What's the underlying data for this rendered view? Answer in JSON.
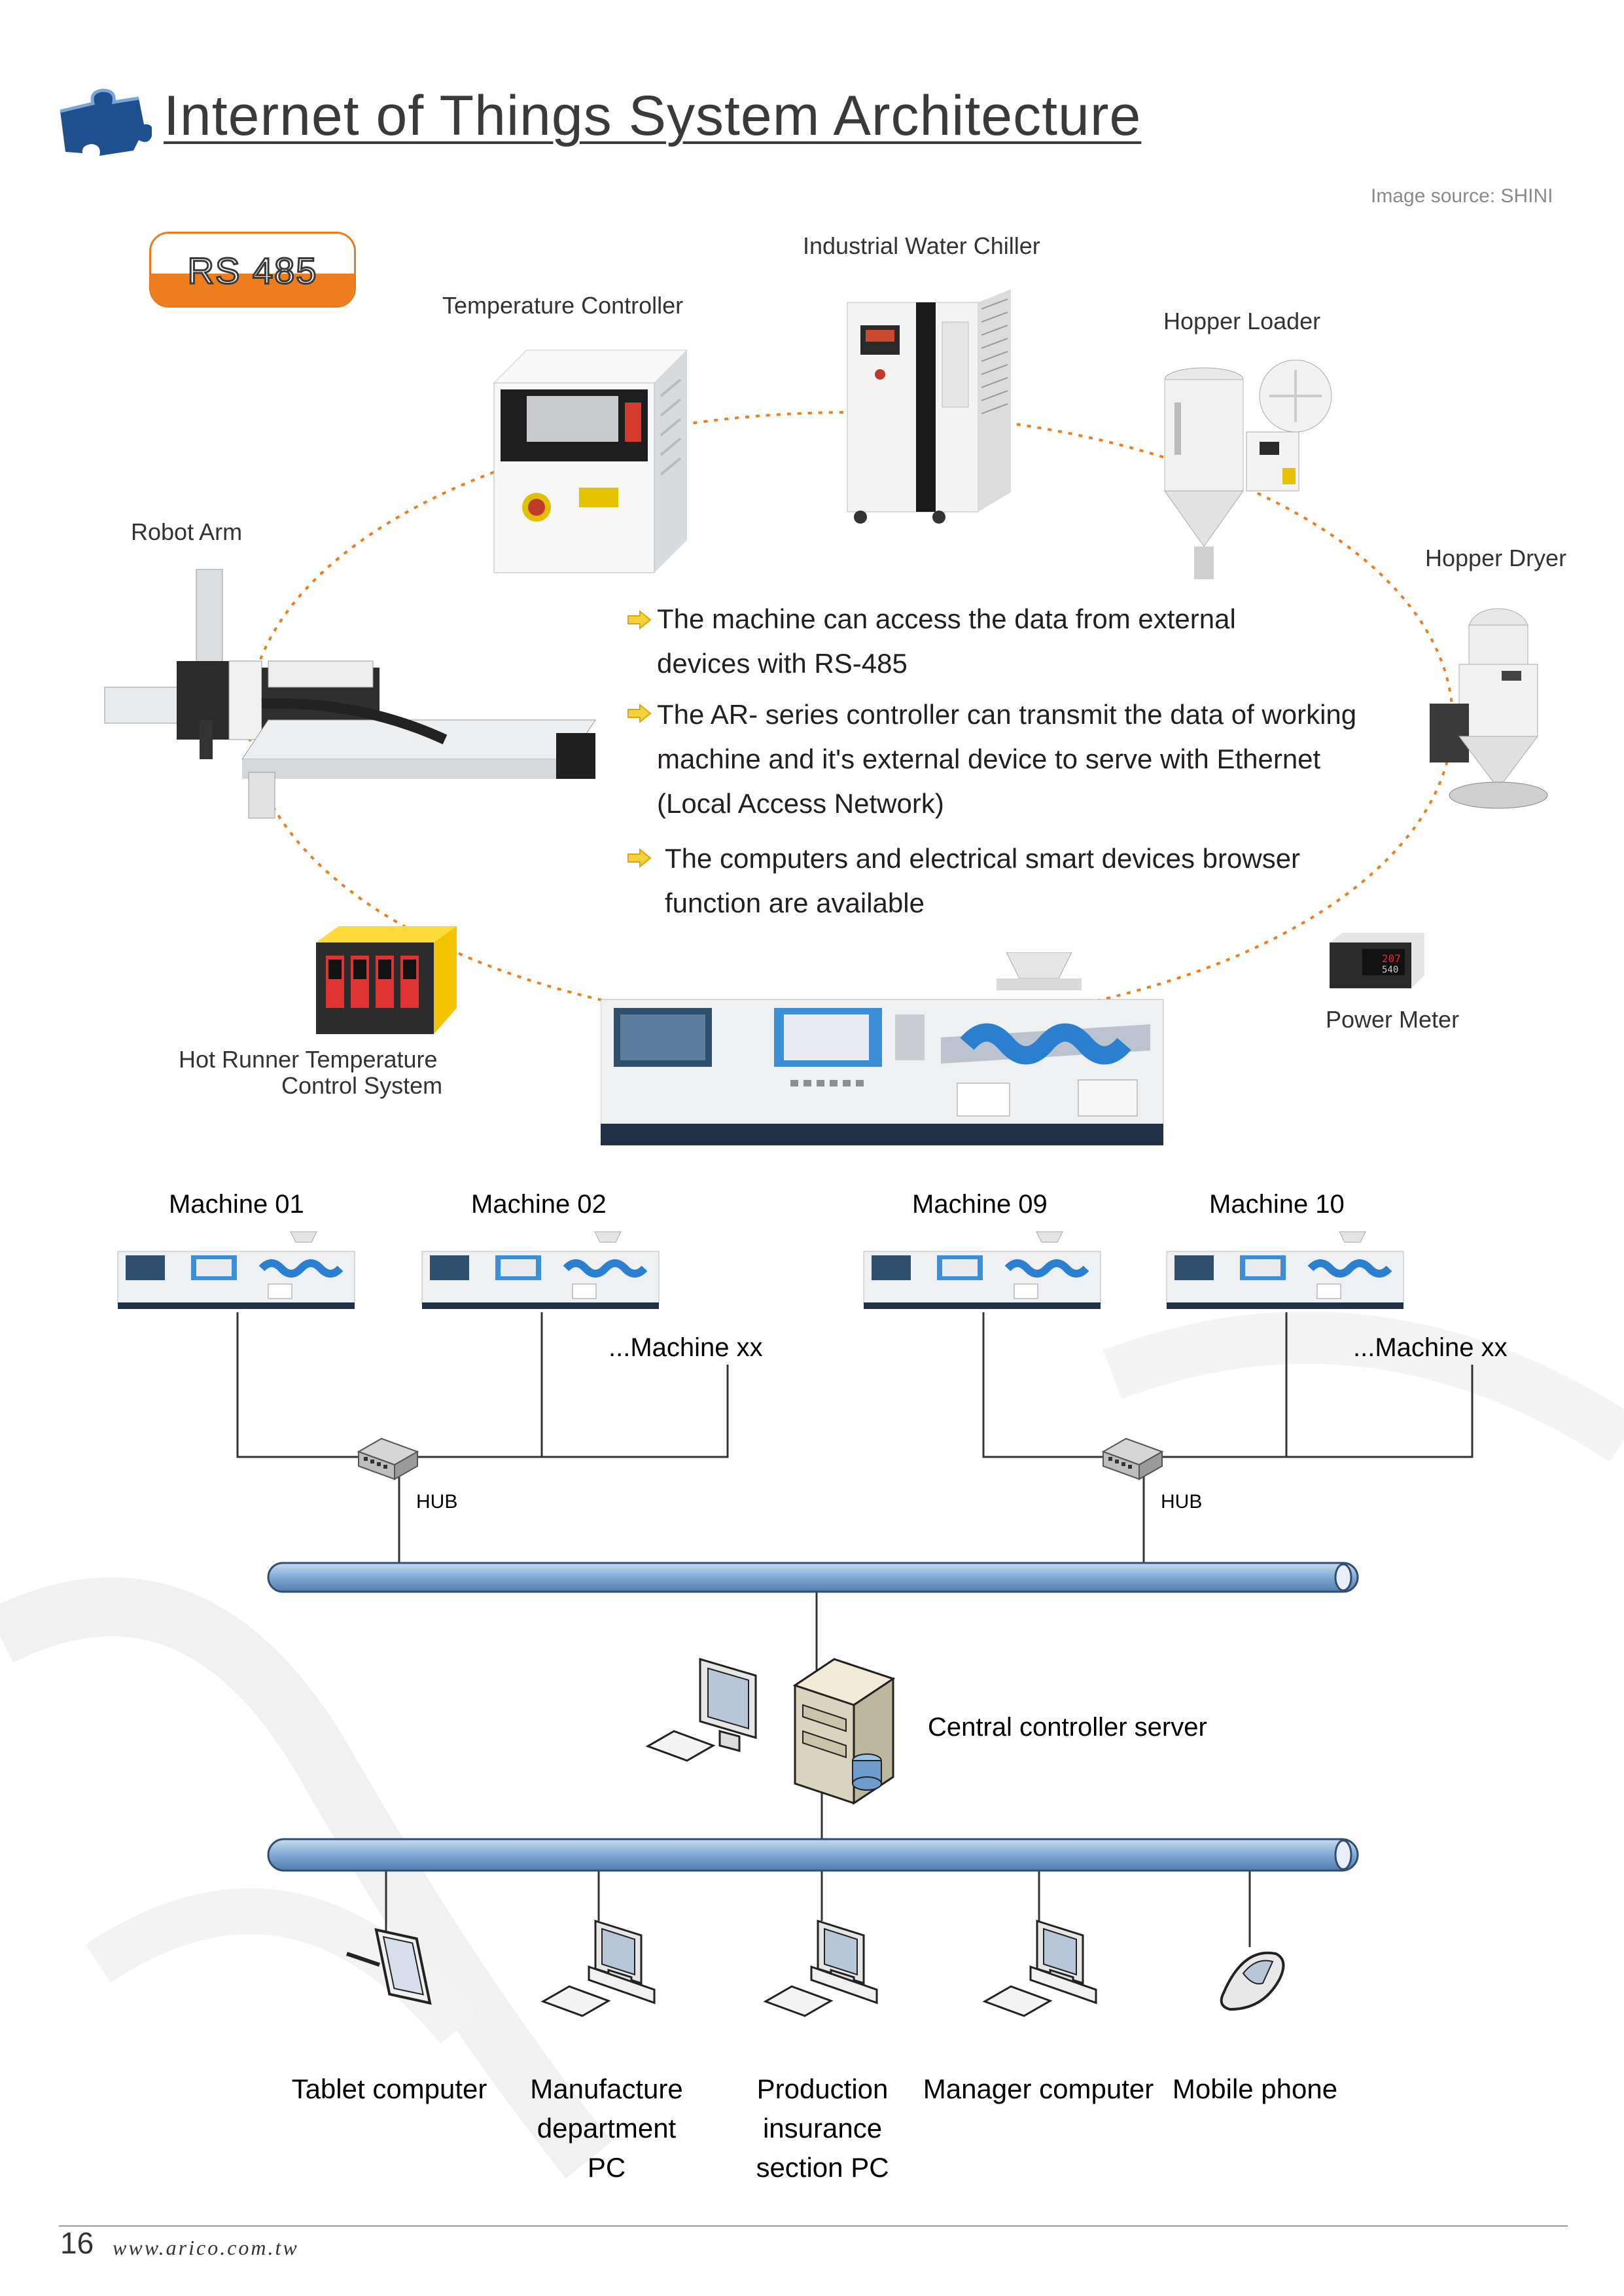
{
  "header": {
    "title": "Internet of Things System Architecture",
    "image_source": "Image source: SHINI"
  },
  "badge": {
    "label": "RS 485"
  },
  "devices": {
    "temperature_controller": "Temperature Controller",
    "water_chiller": "Industrial Water Chiller",
    "hopper_loader": "Hopper Loader",
    "robot_arm": "Robot Arm",
    "hopper_dryer": "Hopper Dryer",
    "power_meter": "Power Meter",
    "hot_runner_line1": "Hot Runner Temperature",
    "hot_runner_line2": "Control System"
  },
  "bullets": [
    {
      "line1": "The machine can access the data from external",
      "line2": "devices with RS-485",
      "line3": ""
    },
    {
      "line1": "The AR- series controller can transmit the data of working",
      "line2": "machine and it's external device to serve with Ethernet",
      "line3": "(Local Access Network)"
    },
    {
      "line1": "The computers and electrical smart devices browser",
      "line2": "function are  available",
      "line3": ""
    }
  ],
  "network": {
    "machines": [
      "Machine 01",
      "Machine 02",
      "Machine 09",
      "Machine 10"
    ],
    "machine_more": "...Machine xx",
    "hub": "HUB",
    "server": "Central controller server"
  },
  "clients": [
    {
      "line1": "Tablet computer",
      "line2": "",
      "line3": ""
    },
    {
      "line1": "Manufacture",
      "line2": "department",
      "line3": "PC"
    },
    {
      "line1": "Production",
      "line2": "insurance",
      "line3": "section PC"
    },
    {
      "line1": "Manager computer",
      "line2": "",
      "line3": ""
    },
    {
      "line1": "Mobile phone",
      "line2": "",
      "line3": ""
    }
  ],
  "footer": {
    "page_number": "16",
    "website": "www.arico.com.tw"
  },
  "colors": {
    "accent_orange": "#ee7d1e",
    "bus_blue": "#7fa9d4",
    "title_icon_blue": "#1f4f8f"
  },
  "icons": [
    "puzzle-icon",
    "arrow-right-icon",
    "hub-icon",
    "server-icon",
    "monitor-icon",
    "tablet-icon",
    "mobile-phone-icon",
    "injection-machine-icon"
  ]
}
